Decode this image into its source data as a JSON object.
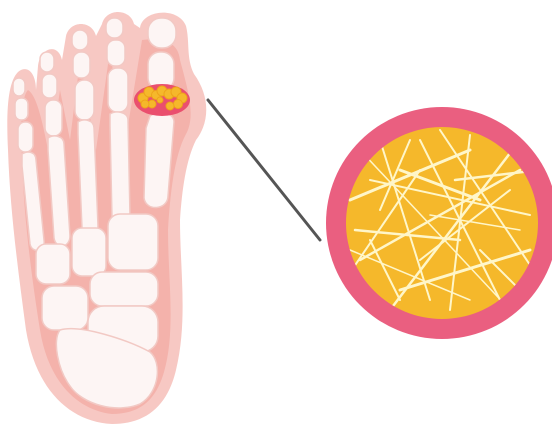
{
  "illustration": {
    "subject": "gout-foot-illustration",
    "parts": [
      "foot",
      "toe-bones",
      "inflamed-big-toe-joint",
      "urate-crystal-deposit",
      "pointer-line",
      "magnified-crystals-view"
    ]
  },
  "colors": {
    "skin_outer": "#f7c8c3",
    "skin_inner": "#f4b2ab",
    "bone": "#fdf5f4",
    "bone_outline": "#f2c9c4",
    "inflammation": "#ea4f6e",
    "crystal_gold": "#f5b82b",
    "crystal_deep": "#eea31b",
    "needle_crystal": "#fff6c9",
    "ring": "#ea5f80",
    "pointer": "#555555"
  }
}
